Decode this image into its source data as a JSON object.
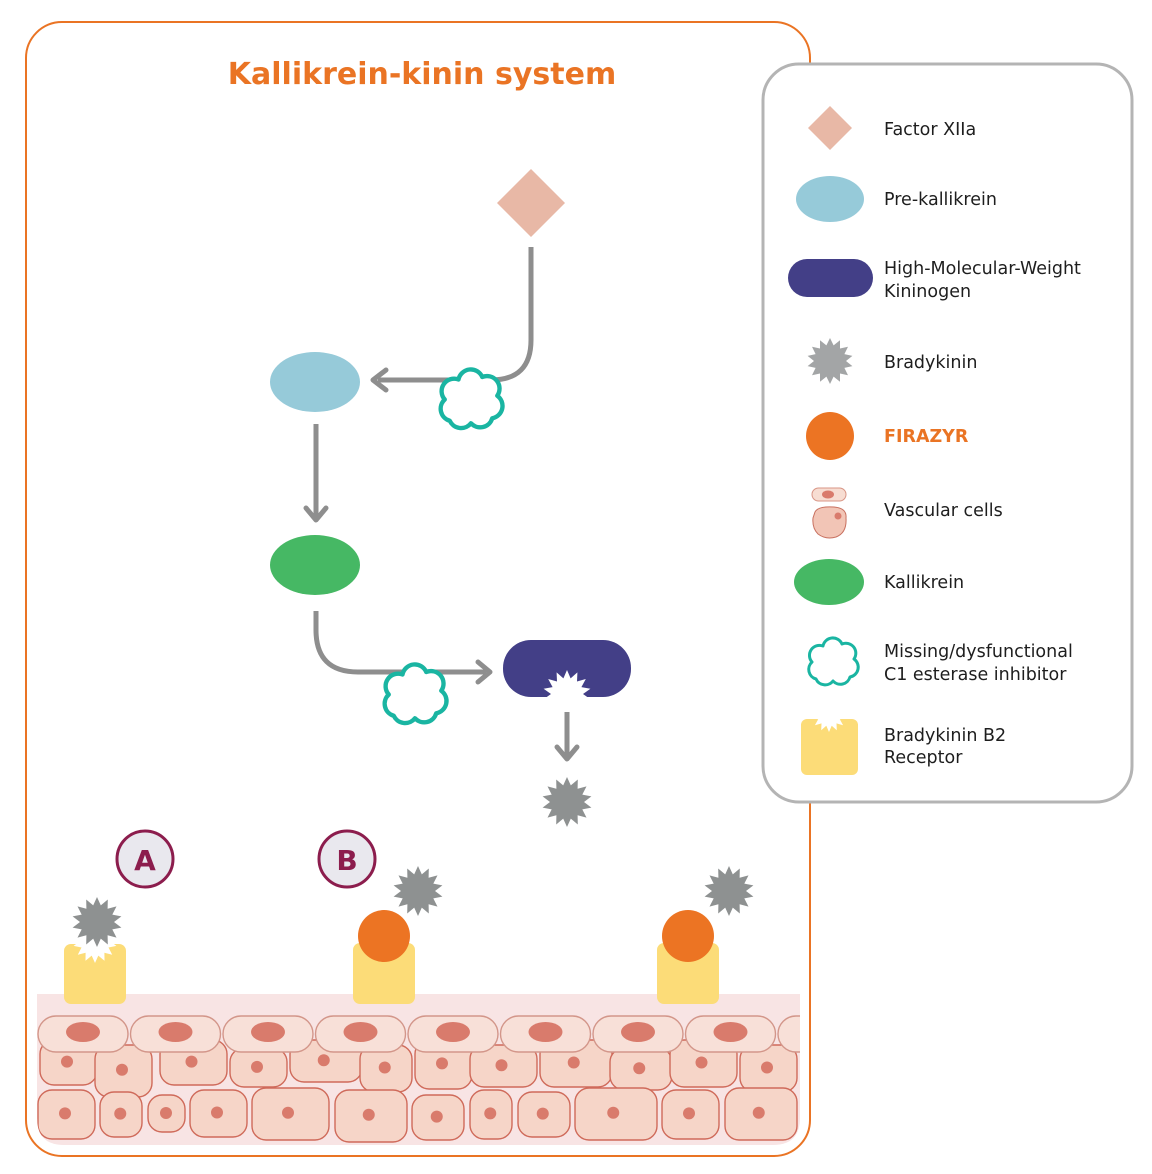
{
  "title": "Kallikrein-kinin system",
  "colors": {
    "frame": "#ea7424",
    "legend_border": "#b4b4b4",
    "factor_xiia": "#e8b8a6",
    "pre_kallikrein": "#96cad9",
    "hmw_kininogen": "#433f87",
    "bradykinin": "#8e9191",
    "firazyr": "#ec7423",
    "kallikrein": "#46b864",
    "c1_inhibitor": "#1ab5a2",
    "b2_receptor": "#fcdc78",
    "arrow": "#8e8e8e",
    "badge_stroke": "#8c1d4d",
    "badge_fill": "#e9e8ee",
    "cell_fill": "#f6d5c8",
    "cell_stroke": "#cf6a5a",
    "nucleus": "#d97b6c",
    "tissue_bg": "#f8e4e4"
  },
  "legend": {
    "items": [
      {
        "icon": "diamond",
        "label_lines": [
          "Factor XIIa"
        ]
      },
      {
        "icon": "light-blue-ellipse",
        "label_lines": [
          "Pre-kallikrein"
        ]
      },
      {
        "icon": "navy-pill",
        "label_lines": [
          "High-Molecular-Weight",
          "Kininogen"
        ]
      },
      {
        "icon": "gray-starburst",
        "label_lines": [
          "Bradykinin"
        ]
      },
      {
        "icon": "orange-circle",
        "label_lines": [
          "FIRAZYR"
        ],
        "accent": true
      },
      {
        "icon": "vascular-cells",
        "label_lines": [
          "Vascular cells"
        ]
      },
      {
        "icon": "green-ellipse",
        "label_lines": [
          "Kallikrein"
        ]
      },
      {
        "icon": "teal-cloud",
        "label_lines": [
          "Missing/dysfunctional",
          "C1 esterase inhibitor"
        ]
      },
      {
        "icon": "yellow-receptor",
        "label_lines": [
          "Bradykinin B2",
          "Receptor"
        ]
      }
    ]
  },
  "badges": [
    {
      "letter": "A",
      "meaning": "bradykinin binds B2 receptor"
    },
    {
      "letter": "B",
      "meaning": "FIRAZYR blocks B2 receptor"
    }
  ]
}
